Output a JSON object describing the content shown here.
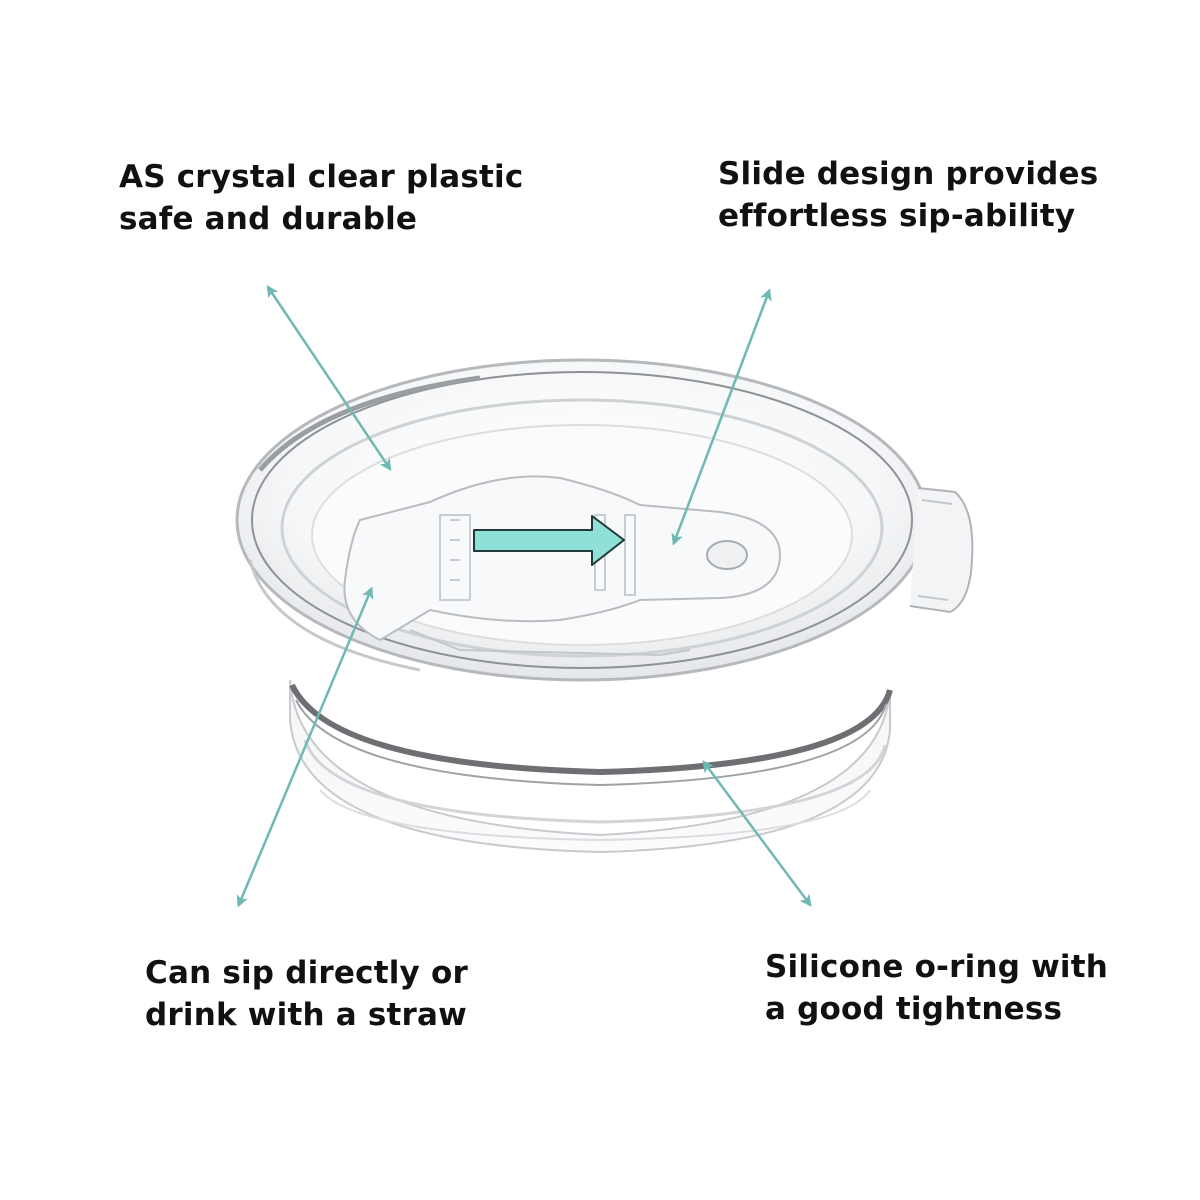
{
  "colors": {
    "background": "#ffffff",
    "text": "#111111",
    "accent_teal": "#6fb8b3",
    "slide_arrow_fill": "#8fe0d6",
    "lid_outline": "#b5b8bc",
    "oring": "#6d6f73"
  },
  "callouts": {
    "top_left": {
      "line1": "AS crystal clear plastic",
      "line2": "safe and durable"
    },
    "top_right": {
      "line1": "Slide design provides",
      "line2": "effortless sip-ability"
    },
    "bottom_left": {
      "line1": "Can sip directly or",
      "line2": "drink with a straw"
    },
    "bottom_right": {
      "line1": "Silicone o-ring with",
      "line2": "a good tightness"
    }
  },
  "icons": {
    "slide_direction": "right-arrow-icon"
  }
}
